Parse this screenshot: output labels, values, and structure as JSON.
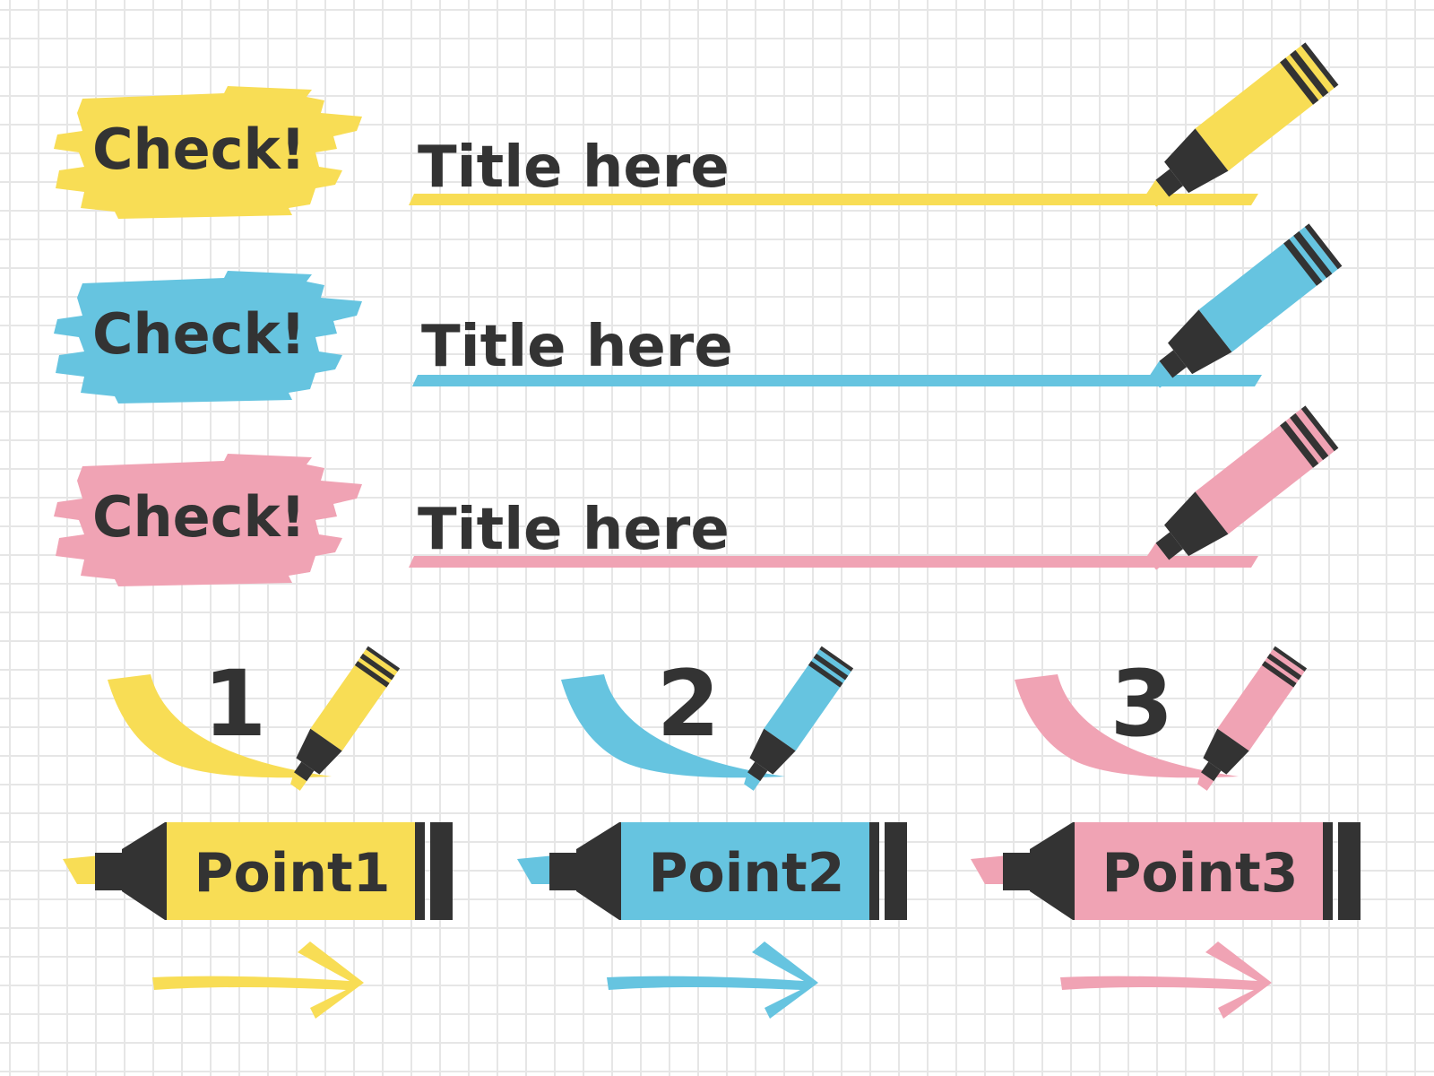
{
  "colors": {
    "yellow": "#f8dd55",
    "blue": "#66c4e0",
    "pink": "#f0a3b4",
    "ink": "#333333",
    "grid": "#e6e6e6"
  },
  "check_badges": [
    {
      "label": "Check!",
      "color": "yellow"
    },
    {
      "label": "Check!",
      "color": "blue"
    },
    {
      "label": "Check!",
      "color": "pink"
    }
  ],
  "title_rows": [
    {
      "label": "Title here",
      "color": "yellow",
      "icon": "highlighter-icon"
    },
    {
      "label": "Title here",
      "color": "blue",
      "icon": "highlighter-icon"
    },
    {
      "label": "Title here",
      "color": "pink",
      "icon": "highlighter-icon"
    }
  ],
  "numbers": [
    {
      "label": "1",
      "color": "yellow",
      "icon": "highlighter-icon"
    },
    {
      "label": "2",
      "color": "blue",
      "icon": "highlighter-icon"
    },
    {
      "label": "3",
      "color": "pink",
      "icon": "highlighter-icon"
    }
  ],
  "point_markers": [
    {
      "label": "Point1",
      "color": "yellow",
      "icon": "arrow-right-icon"
    },
    {
      "label": "Point2",
      "color": "blue",
      "icon": "arrow-right-icon"
    },
    {
      "label": "Point3",
      "color": "pink",
      "icon": "arrow-right-icon"
    }
  ]
}
